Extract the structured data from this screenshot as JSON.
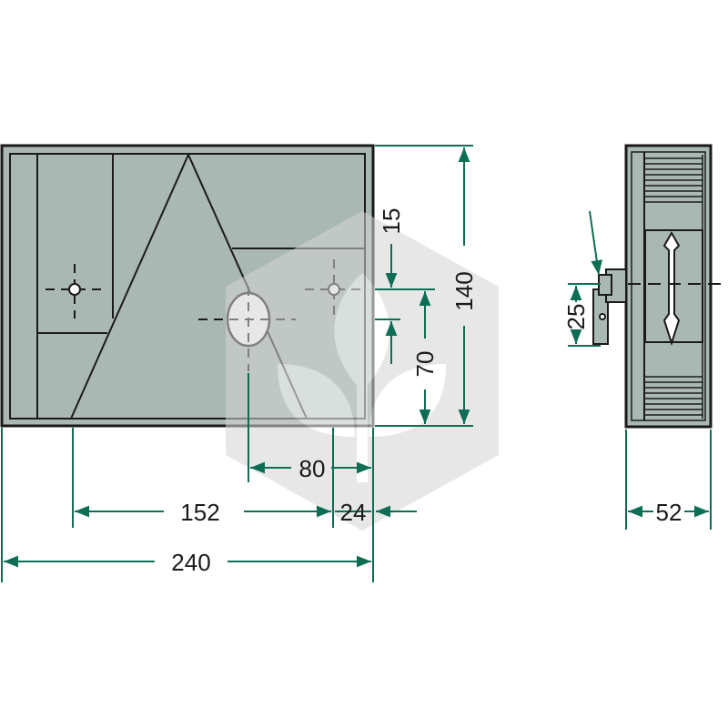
{
  "colors": {
    "housing_fill": "#a9b8b2",
    "outline": "#1a1a1a",
    "dimension": "#0e6e55",
    "watermark": "#d4d4d4"
  },
  "dimensions": {
    "width_total": "240",
    "width_152": "152",
    "offset_24": "24",
    "hole_spacing_80": "80",
    "height_140": "140",
    "height_70": "70",
    "offset_15": "15",
    "depth_52": "52",
    "bracket_25": "25"
  },
  "views": {
    "front": {
      "name": "front-view"
    },
    "side": {
      "name": "side-view"
    }
  },
  "watermark": {
    "icon": "leaf-hexagon-logo"
  }
}
